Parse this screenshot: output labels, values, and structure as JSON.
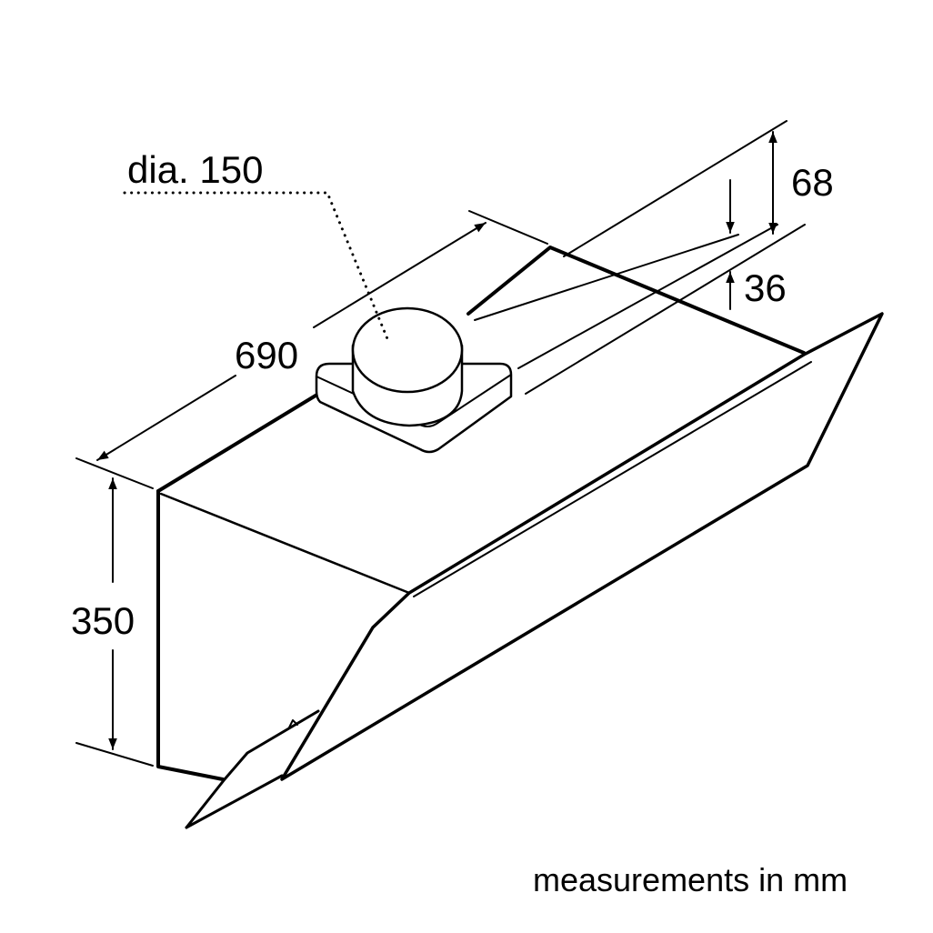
{
  "labels": {
    "duct_diameter": "dia. 150",
    "depth": "690",
    "height": "350",
    "offset_top": "68",
    "offset_inner": "36",
    "units_note": "measurements in mm"
  },
  "colors": {
    "line": "#000000",
    "background": "#ffffff"
  }
}
